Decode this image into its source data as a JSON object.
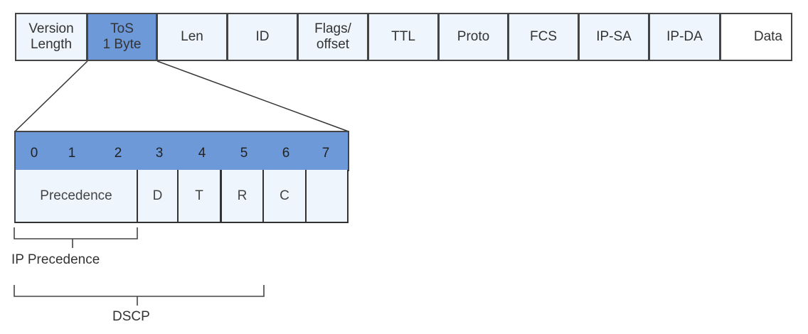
{
  "packet_fields": [
    {
      "label": "Version\nLength",
      "highlight": false
    },
    {
      "label": "ToS\n1 Byte",
      "highlight": true
    },
    {
      "label": "Len",
      "highlight": false
    },
    {
      "label": "ID",
      "highlight": false
    },
    {
      "label": "Flags/\noffset",
      "highlight": false
    },
    {
      "label": "TTL",
      "highlight": false
    },
    {
      "label": "Proto",
      "highlight": false
    },
    {
      "label": "FCS",
      "highlight": false
    },
    {
      "label": "IP-SA",
      "highlight": false
    },
    {
      "label": "IP-DA",
      "highlight": false
    },
    {
      "label": "Data",
      "highlight": false
    }
  ],
  "tos_bits": {
    "bit_numbers": [
      "0",
      "1",
      "2",
      "3",
      "4",
      "5",
      "6",
      "7"
    ],
    "fields": [
      "Precedence",
      "D",
      "T",
      "R",
      "C",
      ""
    ]
  },
  "brackets": {
    "ip_precedence": "IP Precedence",
    "dscp": "DSCP"
  },
  "colors": {
    "highlight": "#6d99d9",
    "field_fill": "#eef5fd",
    "border": "#444444"
  }
}
